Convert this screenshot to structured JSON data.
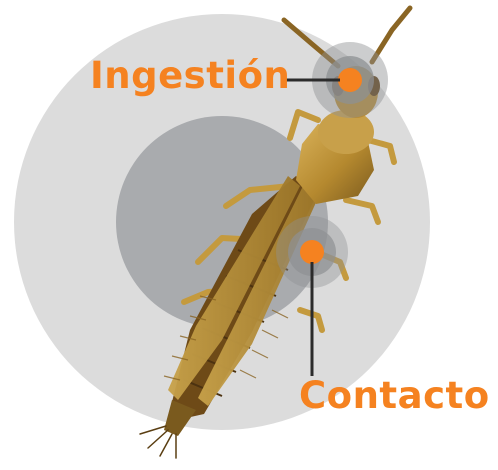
{
  "labels": {
    "ingestion": "Ingestión",
    "contacto": "Contacto"
  },
  "colors": {
    "accent": "#F58220",
    "outer_circle": "#DCDCDC",
    "inner_circle": "#A9ABAE",
    "halo": "#8E9093",
    "leader_line": "#2B2B2B",
    "insect_body": "#B5892F",
    "insect_dark": "#6E4A17",
    "insect_light": "#D9B25A"
  },
  "icons": {
    "subject": "thrips-insect-illustration"
  }
}
